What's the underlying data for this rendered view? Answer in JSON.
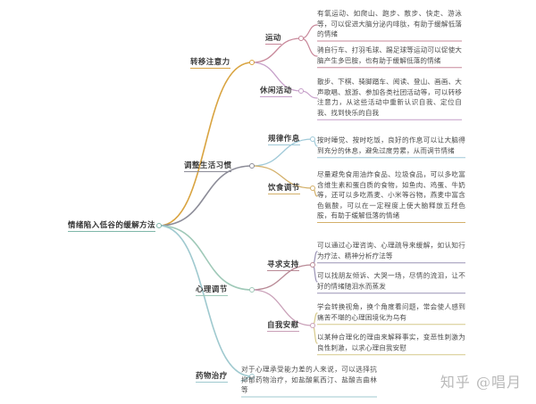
{
  "diagram": {
    "type": "mindmap",
    "title": "情绪陷入低谷的缓解方法",
    "watermark": "知乎 @唱月",
    "root": {
      "id": "root",
      "label": "情绪陷入低谷的缓解方法",
      "color": "#7fb7a9"
    },
    "branches": [
      {
        "id": "b1",
        "label": "转移注意力",
        "color": "#d9a441",
        "children": [
          {
            "id": "b1c1",
            "label": "运动",
            "color": "#c8889a",
            "leaves": [
              {
                "id": "b1c1l1",
                "text": "有氧运动、如爬山、跑步、散步、快走、游泳等，可以促进大脑分泌内啡肽，有助于缓解低落的情绪",
                "color": "#c8889a"
              },
              {
                "id": "b1c1l2",
                "text": "骑自行车、打羽毛球、踢足球等运动可以促使大脑产生多巴胺，也有助于缓解低落的情绪",
                "color": "#c8889a"
              }
            ]
          },
          {
            "id": "b1c2",
            "label": "休闲活动",
            "color": "#c59ec8",
            "leaves": [
              {
                "id": "b1c2l1",
                "text": "散步、下棋、骑脚踏车、阅读、登山、画画、大声歌唱、旅游、参加各类社团活动等，可以转移注意力，从这些活动中重新认识自我、定位自我、找到快乐的自我",
                "color": "#c59ec8"
              }
            ]
          }
        ]
      },
      {
        "id": "b2",
        "label": "调整生活习惯",
        "color": "#4a4a55",
        "children": [
          {
            "id": "b2c1",
            "label": "规律作息",
            "color": "#9fc9d8",
            "leaves": [
              {
                "id": "b2c1l1",
                "text": "按时睡觉、按时吃饭，良好的作息可以让大脑得到充分的休息，避免过度劳累，从而调节情绪",
                "color": "#9fc9d8"
              }
            ]
          },
          {
            "id": "b2c2",
            "label": "饮食调节",
            "color": "#d3b06a",
            "leaves": [
              {
                "id": "b2c2l1",
                "text": "尽量避免食用油炸食品、垃圾食品，可以多吃富含维生素和蛋白质的食物，如鱼肉、鸡蛋、牛奶等，还可以多吃燕麦、小米等谷物，燕麦中富含色氨酸，可以在一定程度上使大脑释放五羟色胺，有助于缓解低落的情绪",
                "color": "#d3b06a"
              }
            ]
          }
        ]
      },
      {
        "id": "b3",
        "label": "心理调节",
        "color": "#9fc9b8",
        "children": [
          {
            "id": "b3c1",
            "label": "寻求支持",
            "color": "#b98a96",
            "leaves": [
              {
                "id": "b3c1l1",
                "text": "可以通过心理咨询、心理疏导来缓解，如认知行为疗法、精神分析疗法等",
                "color": "#9a93b5"
              },
              {
                "id": "b3c1l2",
                "text": "可以找朋友倾诉、大哭一场，尽情的流泪，让不好的情绪随泪水而蒸发",
                "color": "#9a93b5"
              }
            ]
          },
          {
            "id": "b3c2",
            "label": "自我安慰",
            "color": "#c9a0b8",
            "leaves": [
              {
                "id": "b3c2l1",
                "text": "学会转换视角，换个角度看问题，常会使人感到痛苦不堪的心理困境化为乌有",
                "color": "#d6c98a"
              },
              {
                "id": "b3c2l2",
                "text": "以某种合理化的理由来解释事实，变恶性刺激为良性刺激，以求心理自我安慰",
                "color": "#d6c98a"
              }
            ]
          }
        ]
      },
      {
        "id": "b4",
        "label": "药物治疗",
        "color": "#9fc9cf",
        "children": [],
        "leaves": [
          {
            "id": "b4l1",
            "text": "对于心理承受能力差的人来说，可以选择抗抑郁药物治疗，如盐酸氟西汀、盐酸吉曲林等",
            "color": "#9fc9cf"
          }
        ]
      }
    ]
  }
}
